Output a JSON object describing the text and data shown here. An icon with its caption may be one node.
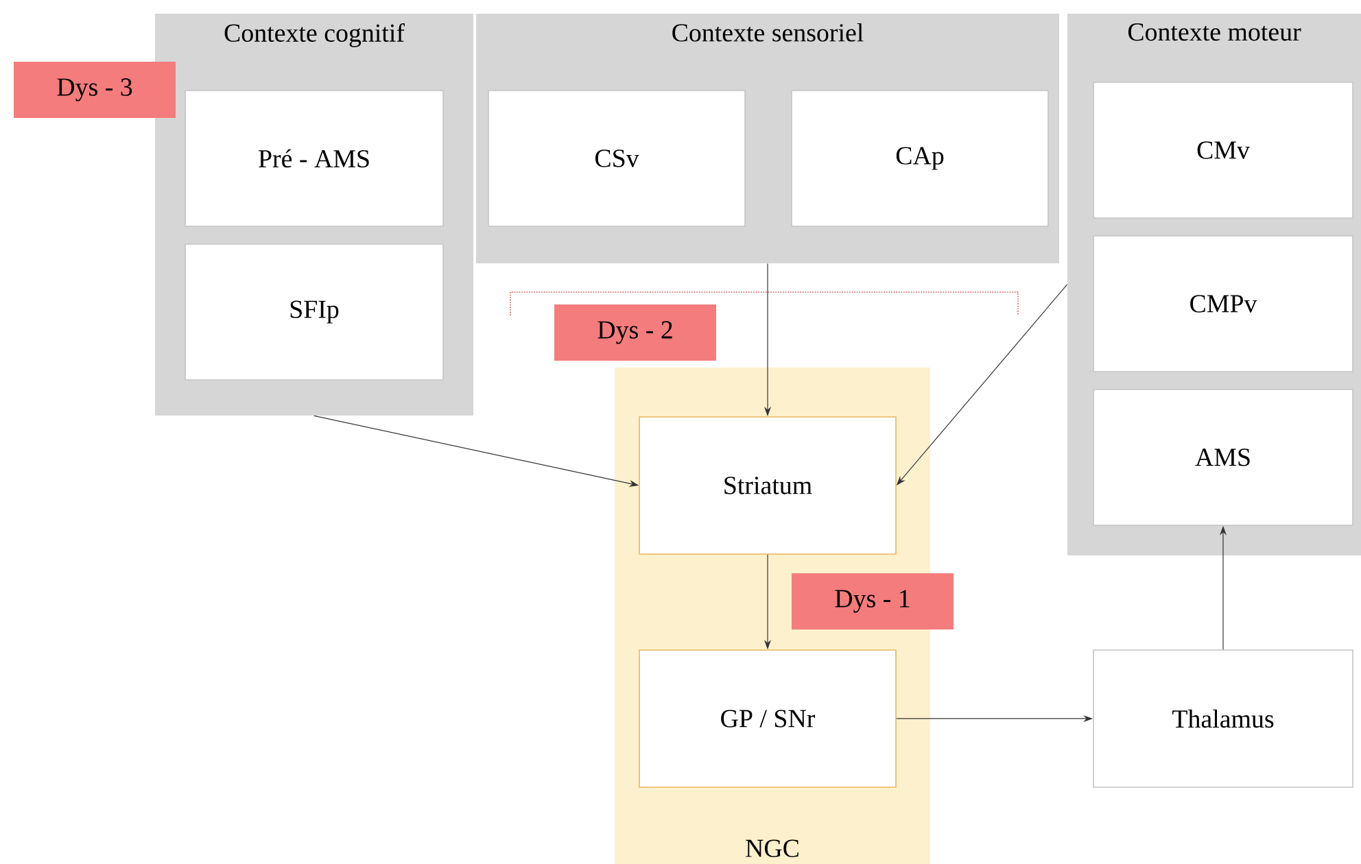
{
  "diagram": {
    "nodes": [
      {
        "text": [
          "Contexte cognitif"
        ]
      },
      {
        "text": [
          "Pré - AMS"
        ],
        "in": 0
      },
      {
        "text": [
          "SFIp"
        ],
        "in": 0
      },
      {
        "text": [
          "Contexte sensoriel"
        ]
      },
      {
        "text": [
          "CSv"
        ],
        "in": 3
      },
      {
        "text": [
          "CAp"
        ],
        "in": 3
      },
      {
        "text": [
          "Contexte moteur"
        ]
      },
      {
        "text": [
          "CMv"
        ],
        "in": 6
      },
      {
        "text": [
          "CMPv"
        ],
        "in": 6
      },
      {
        "text": [
          "AMS"
        ],
        "in": 6
      },
      {
        "text": [
          "NGC"
        ]
      },
      {
        "text": [
          "Striatum"
        ],
        "in": 10
      },
      {
        "text": [
          "GP / SNr"
        ],
        "in": 10
      },
      {
        "text": [
          "Thalamus"
        ]
      },
      {
        "text": [
          "Dys - 3"
        ]
      },
      {
        "text": [
          "Dys - 2"
        ]
      },
      {
        "text": [
          "Dys - 1"
        ],
        "in": 10
      }
    ],
    "edges": [
      {
        "from": 0,
        "to": 11,
        "arrow": "to"
      },
      {
        "from": 3,
        "to": 11,
        "arrow": "to"
      },
      {
        "from": 6,
        "to": 11,
        "arrow": "to"
      },
      {
        "from": 11,
        "to": 12,
        "arrow": "to"
      },
      {
        "from": 12,
        "to": 13,
        "arrow": "to"
      },
      {
        "from": 13,
        "to": 9,
        "arrow": "to"
      }
    ]
  }
}
